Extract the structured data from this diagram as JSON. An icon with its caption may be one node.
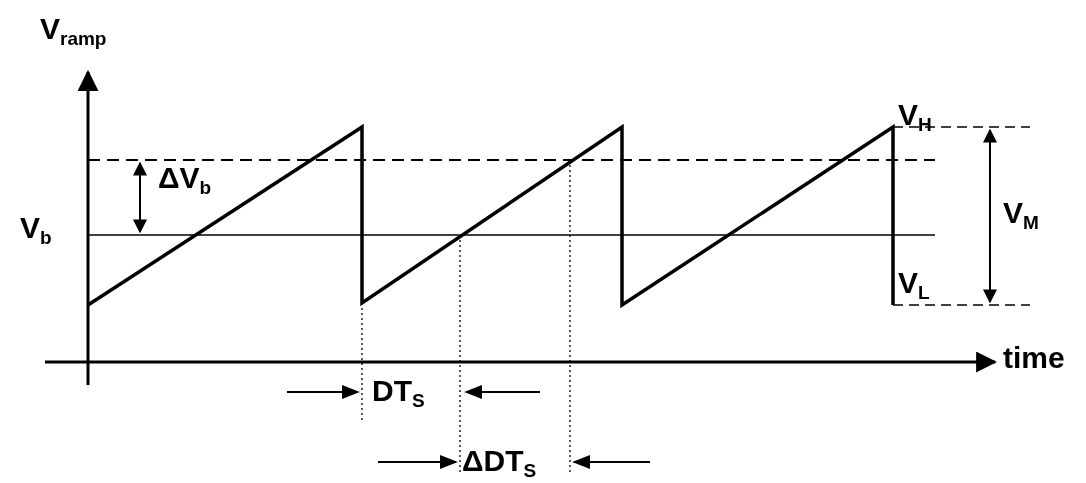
{
  "diagram": {
    "labels": [
      "V$_{ramp}$",
      "V$_{H}$",
      "ΔV$_{b}$",
      "V$_{b}$",
      "V$_{M}$",
      "V$_{L}$",
      "time",
      "DT$_{S}$",
      "ΔDT$_{S}$"
    ]
  }
}
